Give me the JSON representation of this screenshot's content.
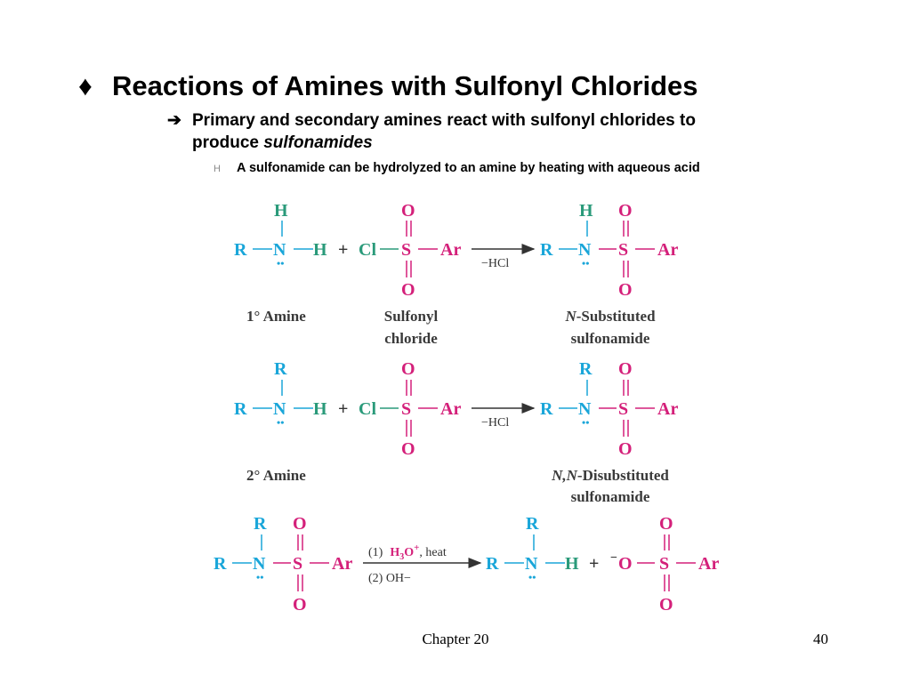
{
  "slide": {
    "title": "Reactions of Amines with Sulfonyl Chlorides",
    "title_bullet": "♦",
    "bullet1_arrow": "➔",
    "bullet1_text": "Primary and secondary amines react with sulfonyl chlorides to",
    "bullet1_line2_prefix": "produce ",
    "bullet1_line2_em": "sulfonamides",
    "bullet2_marker": "H",
    "bullet2_text": "A sulfonamide can be hydrolyzed to an amine by heating with aqueous acid"
  },
  "reactions": {
    "r1": {
      "amine_label": "1° Amine",
      "reagent_label_1": "Sulfonyl",
      "reagent_label_2": "chloride",
      "product_label_1_em": "N",
      "product_label_1": "-Substituted",
      "product_label_2": "sulfonamide",
      "condition": "−HCl"
    },
    "r2": {
      "amine_label": "2° Amine",
      "product_label_1_em": "N,N",
      "product_label_1": "-Disubstituted",
      "product_label_2": "sulfonamide",
      "condition": "−HCl"
    },
    "r3": {
      "condition_1_num": "(1)",
      "condition_1_reagent": "H3O+",
      "condition_1_rest": ", heat",
      "condition_2": "(2)  OH−"
    }
  },
  "footer": {
    "chapter": "Chapter 20",
    "page": "40"
  },
  "colors": {
    "nitrogen_r": "#1aa6d9",
    "sulfur_oxygen": "#d4207a",
    "hydrogen": "#2a9a7a",
    "text": "#000000"
  }
}
